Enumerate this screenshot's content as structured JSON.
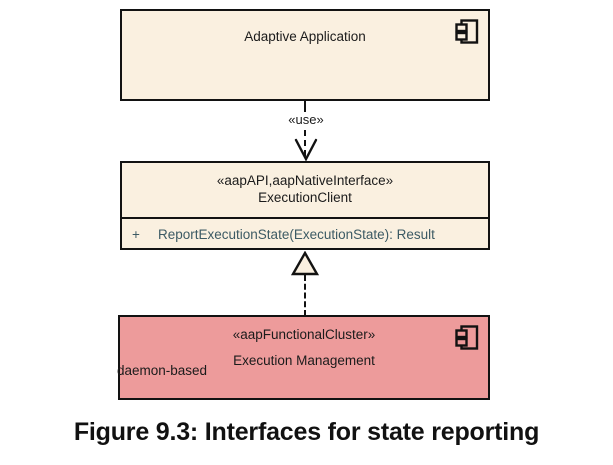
{
  "figure": {
    "caption": "Figure 9.3: Interfaces for state reporting"
  },
  "colors": {
    "component_fill": "#faf0e0",
    "cluster_fill": "#ed9b9b",
    "border": "#121212",
    "operation_text": "#3c5a64",
    "page_background": "#ffffff"
  },
  "nodes": [
    {
      "id": "adaptive-application",
      "kind": "component",
      "name": "Adaptive Application",
      "stereotype": "",
      "icon": "component-icon",
      "fill": "#faf0e0"
    },
    {
      "id": "execution-client",
      "kind": "interface",
      "stereotype": "«aapAPI,aapNativeInterface»",
      "name": "ExecutionClient",
      "fill": "#faf0e0",
      "operations": [
        {
          "visibility": "+",
          "signature": "ReportExecutionState(ExecutionState): Result"
        }
      ]
    },
    {
      "id": "execution-management",
      "kind": "component",
      "stereotype": "«aapFunctionalCluster»",
      "name": "Execution Management",
      "note": "daemon-based",
      "icon": "component-icon",
      "fill": "#ed9b9b"
    }
  ],
  "connectors": [
    {
      "id": "use-dependency",
      "type": "dependency",
      "label": "«use»",
      "line": "dashed",
      "arrowhead": "open",
      "from": "adaptive-application",
      "to": "execution-client"
    },
    {
      "id": "realization",
      "type": "realization",
      "label": "",
      "line": "dashed",
      "arrowhead": "hollow-triangle",
      "from": "execution-management",
      "to": "execution-client"
    }
  ]
}
